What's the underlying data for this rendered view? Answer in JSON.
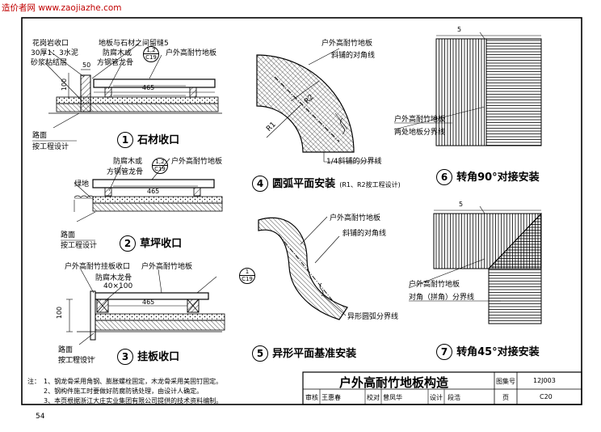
{
  "watermark": "造价者网 www.zaojiazhe.com",
  "page_number": "54",
  "d1": {
    "num": "1",
    "title": "石材收口",
    "lbl_granite": "花岗岩收口",
    "lbl_mortar1": "30厚1：3水泥",
    "lbl_mortar2": "砂浆粘结层",
    "lbl_gap": "地板与石材之间留缝5",
    "lbl_keel1": "防腐木或",
    "lbl_keel2": "方钢管龙骨",
    "lbl_floor": "户外高耐竹地板",
    "dim_50": "50",
    "dim_100": "100",
    "dim_465": "465",
    "lbl_road1": "路面",
    "lbl_road2": "按工程设计",
    "ref_top": "1,2",
    "ref_bot": "C19"
  },
  "d2": {
    "num": "2",
    "title": "草坪收口",
    "lbl_keel1": "防腐木或",
    "lbl_keel2": "方钢管龙骨",
    "lbl_floor": "户外高耐竹地板",
    "lbl_green": "绿地",
    "dim_465": "465",
    "lbl_road1": "路面",
    "lbl_road2": "按工程设计",
    "ref_top": "1,2",
    "ref_bot": "C19"
  },
  "d3": {
    "num": "3",
    "title": "挂板收口",
    "lbl_hang": "户外高耐竹挂板收口",
    "lbl_floor": "户外高耐竹地板",
    "lbl_keel": "防腐木龙骨",
    "dim_keel": "40×100",
    "dim_465": "465",
    "dim_100": "100",
    "lbl_road1": "路面",
    "lbl_road2": "按工程设计",
    "ref_top": "1",
    "ref_bot": "C19"
  },
  "d4": {
    "num": "4",
    "title": "圆弧平面安装",
    "note": "(R1、R2按工程设计)",
    "lbl_floor": "户外高耐竹地板",
    "lbl_diag": "斜铺的对角线",
    "lbl_quarter": "1/4斜铺的分界线",
    "r1": "R1",
    "r2": "R2"
  },
  "d5": {
    "num": "5",
    "title": "异形平面基准安装",
    "lbl_floor": "户外高耐竹地板",
    "lbl_diag": "斜铺的对角线",
    "lbl_bound": "异形圆弧分界线"
  },
  "d6": {
    "num": "6",
    "title": "转角90°对接安装",
    "dim": "5",
    "lbl_floor": "户外高耐竹地板",
    "lbl_bound": "两处地板分界线"
  },
  "d7": {
    "num": "7",
    "title": "转角45°对接安装",
    "dim": "5",
    "lbl_floor": "户外高耐竹地板",
    "lbl_bound": "对角（拼角）分界线"
  },
  "notes": {
    "head": "注：",
    "items": [
      "1、钢龙骨采用角钢、膨胀螺栓固定，木龙骨采用美固钉固定。",
      "2、钢构件施工时要做好防腐防锈处理，由设计人确定。",
      "3、本页根据浙江大庄实业集团有限公司提供的技术资料编制。"
    ]
  },
  "title_block": {
    "title": "户外高耐竹地板构造",
    "atlas_label": "图集号",
    "atlas_no": "12J003",
    "review_label": "审核",
    "reviewer": "王惠春",
    "check_label": "校对",
    "checker": "曾凤华",
    "design_label": "设计",
    "designer": "段浩",
    "page_label": "页",
    "page_no": "C20"
  }
}
